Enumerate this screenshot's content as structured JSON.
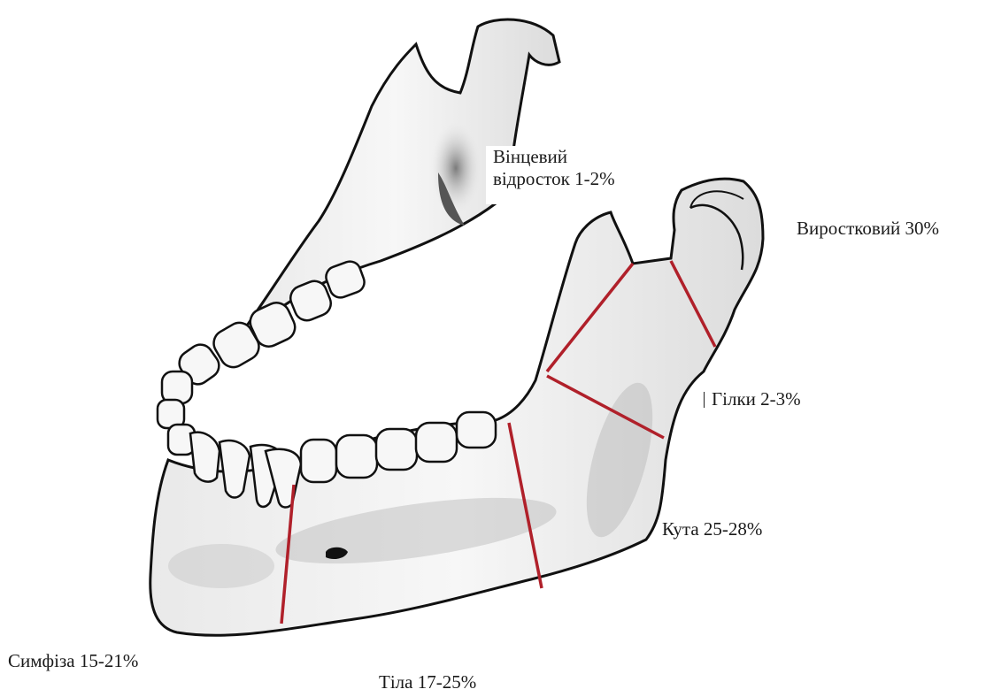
{
  "labels": {
    "coronoid_line1": "Вінцевий",
    "coronoid_line2": "відросток 1-2%",
    "condylar": "Виростковий 30%",
    "ramus": "Гілки 2-3%",
    "angle": "Кута 25-28%",
    "symphysis": "Симфіза 15-21%",
    "body": "Тіла 17-25%"
  },
  "colors": {
    "outline": "#111111",
    "fracture_line": "#b0202a",
    "bone_fill": "#f2f2f2",
    "shadow": "#8a8a8a"
  }
}
